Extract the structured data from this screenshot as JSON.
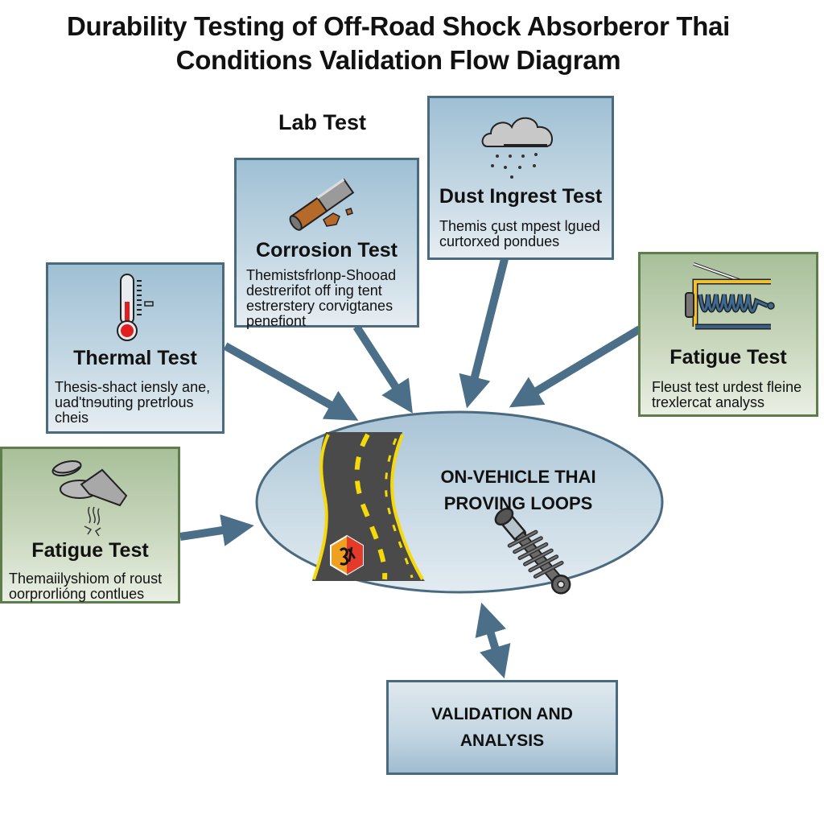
{
  "title": {
    "line1": "Durability Testing of Off-Road Shock Absorberor Thai",
    "line2": "Conditions Validation Flow Diagram"
  },
  "lab_label": "Lab Test",
  "boxes": {
    "corrosion": {
      "icon": "corroded-pipe-icon",
      "heading": "Corrosion Test",
      "desc": [
        "Themistsfrlonp-Shoоad",
        "destrerifot off ing tent",
        "estrerstery corvigtanes",
        "penefiont"
      ]
    },
    "dust": {
      "icon": "dust-cloud-icon",
      "heading": "Dust Ingrest Test",
      "desc": [
        "Themis ꞔust mpest lgued",
        "curtorxed pondues"
      ]
    },
    "thermal": {
      "icon": "thermometer-icon",
      "heading": "Thermal Test",
      "desc": [
        "Thesis-shact iensly ane,",
        "uad'tnɘuting pretrlous",
        "cheis"
      ]
    },
    "fatigue_right": {
      "icon": "spring-clamp-icon",
      "heading": "Fatigue Test",
      "desc": [
        "Fleust test urdest fleine",
        "trexlercat analyss"
      ]
    },
    "fatigue_left": {
      "icon": "cracked-component-icon",
      "heading": "Fatigue Test",
      "desc": [
        "Themaiilyshiom of roust",
        "oorprorlióng contlues"
      ]
    }
  },
  "center": {
    "line1": "ON-VEHICLE THAI",
    "line2": "PROVING LOOPS",
    "icons": [
      "road-icon",
      "warning-sign-icon",
      "shock-absorber-icon"
    ]
  },
  "validation": {
    "line1": "VALIDATION AND",
    "line2": "ANALYSIS"
  },
  "colors": {
    "arrow": "#4b6f88",
    "box_blue_border": "#4a6a80",
    "box_green_border": "#5f7d4a",
    "ellipse_fill": "#c3d6e2",
    "road": "#4a4a4a",
    "road_line": "#f5d90a"
  }
}
